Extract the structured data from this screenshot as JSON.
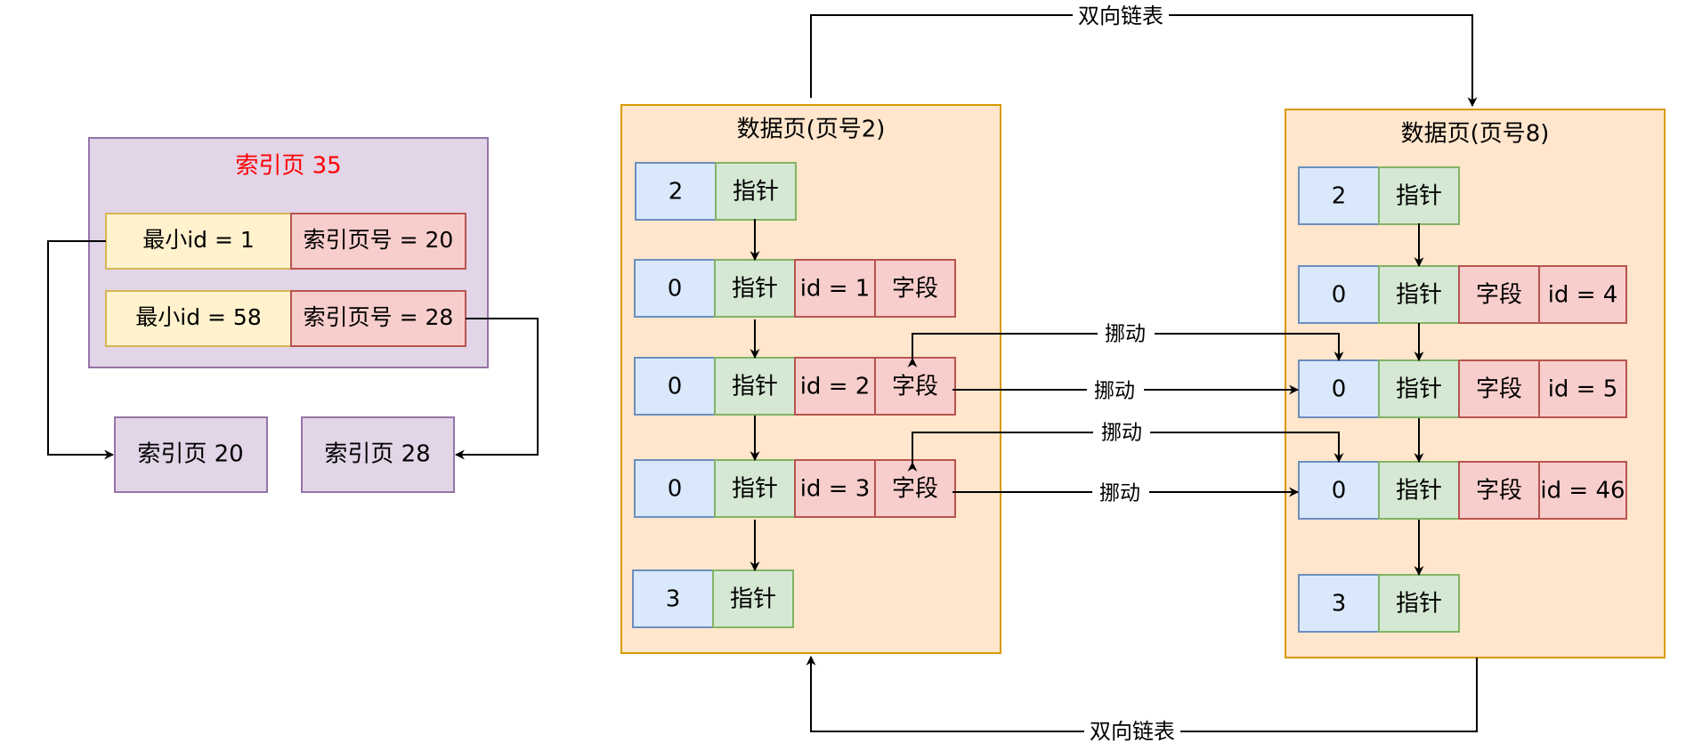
{
  "index_page": {
    "title": "索引页 35",
    "rows": [
      {
        "min_id": "最小id = 1",
        "page_no": "索引页号 =  20"
      },
      {
        "min_id": "最小id = 58",
        "page_no": "索引页号 =  28"
      }
    ]
  },
  "child_pages": [
    "索引页 20",
    "索引页 28"
  ],
  "data_pages": [
    {
      "title": "数据页(页号2)",
      "records": [
        [
          "2",
          "指针"
        ],
        [
          "0",
          "指针",
          "id = 1",
          "字段"
        ],
        [
          "0",
          "指针",
          "id = 2",
          "字段"
        ],
        [
          "0",
          "指针",
          "id = 3",
          "字段"
        ],
        [
          "3",
          "指针"
        ]
      ]
    },
    {
      "title": "数据页(页号8)",
      "records": [
        [
          "2",
          "指针"
        ],
        [
          "0",
          "指针",
          "字段",
          "id = 4"
        ],
        [
          "0",
          "指针",
          "字段",
          "id = 5"
        ],
        [
          "0",
          "指针",
          "字段",
          "id = 46"
        ],
        [
          "3",
          "指针"
        ]
      ]
    }
  ],
  "edge_labels": {
    "linked_list_top": "双向链表",
    "linked_list_bottom": "双向链表",
    "move_1": "挪动",
    "move_2": "挪动",
    "move_3": "挪动",
    "move_4": "挪动"
  },
  "colors": {
    "index_page_fill": "#e1d5e7",
    "index_page_stroke": "#9673a6",
    "index_title": "#ff0000",
    "min_id_fill": "#fff2cc",
    "min_id_stroke": "#d6b656",
    "page_no_fill": "#f8cecc",
    "page_no_stroke": "#b85450",
    "data_page_fill": "#ffe6cc",
    "data_page_stroke": "#d79b00",
    "slot_fill": "#dae8fc",
    "slot_stroke": "#6c8ebf",
    "pointer_fill": "#d5e8d4",
    "pointer_stroke": "#82b366"
  }
}
